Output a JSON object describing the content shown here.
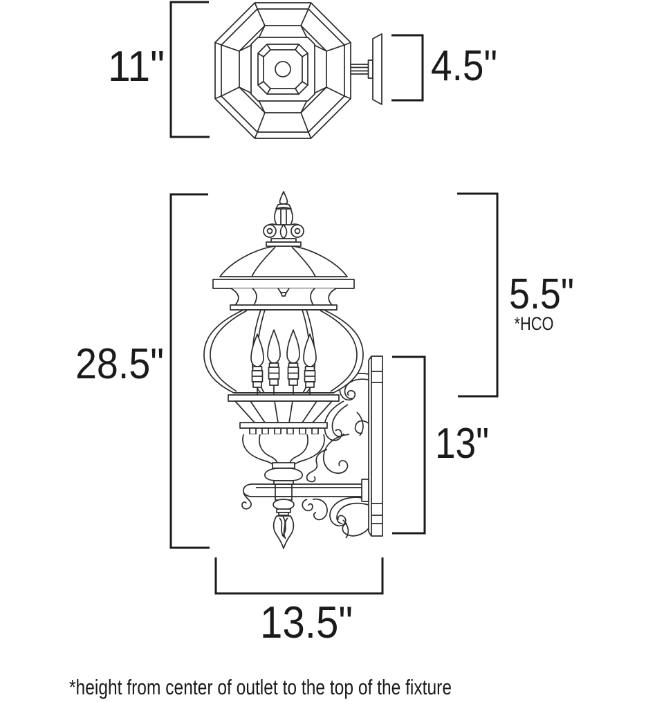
{
  "background": "#ffffff",
  "colors": {
    "drawing_line": "#2b2b2b",
    "dimension_line": "#1a1a1a",
    "text": "#1a1a1a"
  },
  "top_view": {
    "width_label": "11\"",
    "backplate_width_label": "4.5\""
  },
  "front_view": {
    "overall_height_label": "28.5\"",
    "hco_height_label": "5.5\"",
    "hco_abbrev": "*HCO",
    "backplate_height_label": "13\"",
    "projection_label": "13.5\""
  },
  "footnote": "*height from center of outlet to the top of the fixture"
}
